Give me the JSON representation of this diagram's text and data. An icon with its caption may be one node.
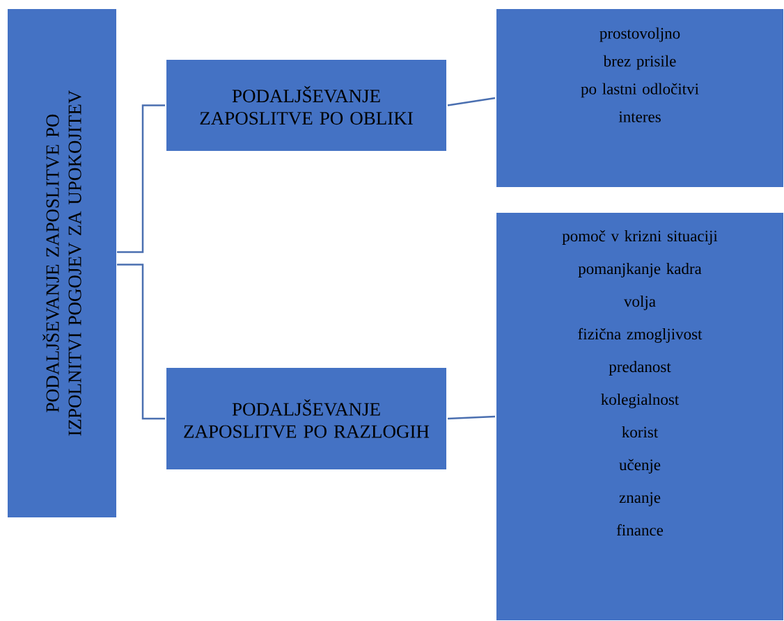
{
  "diagram": {
    "nodes": [
      {
        "text": [
          "PODALJŠEVANJE ZAPOSLITVE PO IZPOLNITVI POGOJEV ZA UPOKOJITEV"
        ]
      },
      {
        "text": [
          "PODALJŠEVANJE ZAPOSLITVE PO OBLIKI"
        ]
      },
      {
        "text": [
          "PODALJŠEVANJE ZAPOSLITVE PO RAZLOGIH"
        ]
      },
      {
        "text": [
          "prostovoljno",
          "brez prisile",
          "po lastni odločitvi",
          "interes"
        ]
      },
      {
        "text": [
          "pomoč v krizni situaciji",
          "pomanjkanje kadra",
          "volja",
          "fizična zmogljivost",
          "predanost",
          "kolegialnost",
          "korist",
          "učenje",
          "znanje",
          "finance"
        ]
      }
    ],
    "edges": [
      {
        "from": 0,
        "to": 1,
        "arrow": "none"
      },
      {
        "from": 0,
        "to": 2,
        "arrow": "none"
      },
      {
        "from": 1,
        "to": 3,
        "arrow": "none"
      },
      {
        "from": 2,
        "to": 4,
        "arrow": "none"
      }
    ]
  }
}
